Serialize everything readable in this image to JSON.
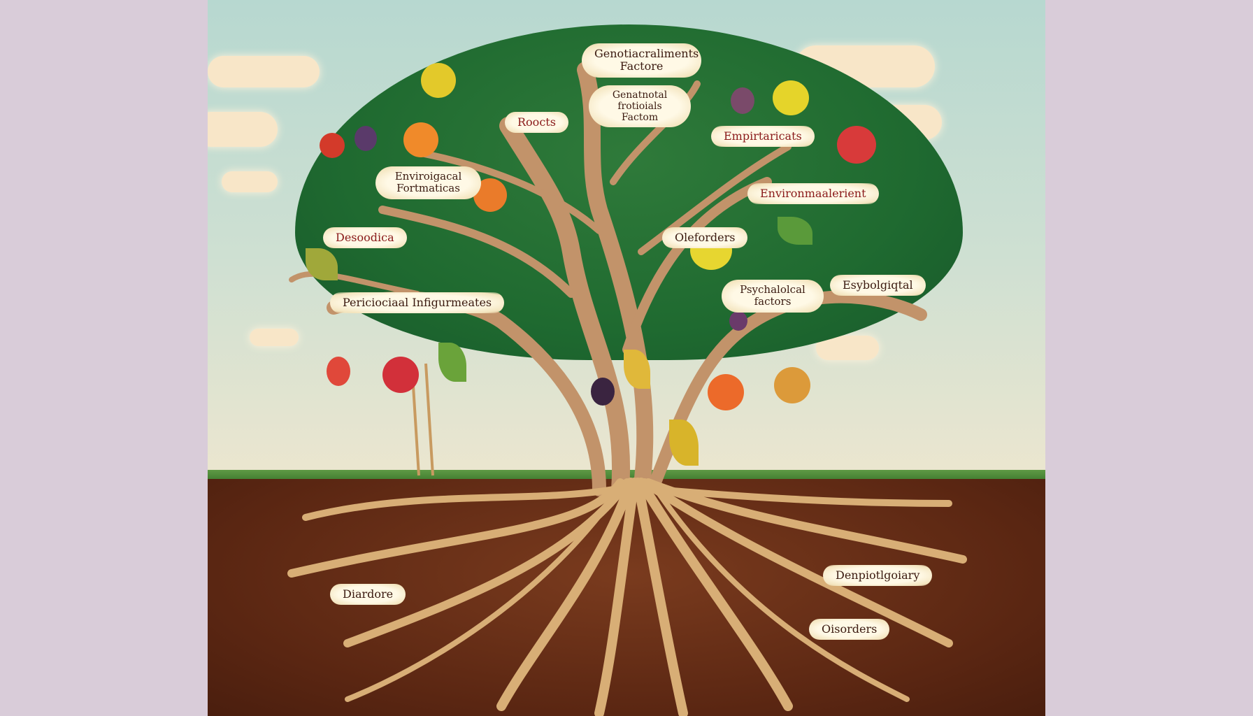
{
  "scene": {
    "description": "Illustrated tree with fruit-laden canopy and extensive roots, with pseudo-text labels",
    "colors": {
      "background": "#d9ccd9",
      "sky": "#c4ddd2",
      "canopy": "#1f6a30",
      "trunk": "#b5835a",
      "soil": "#5a2612",
      "label_bg": "#fff9e6",
      "label_text": "#3a1a10"
    }
  },
  "labels": {
    "top": "Genotiacraliments Factore",
    "geno": "Genatnotal frotioials Factom",
    "roots": "Roocts",
    "empir": "Empirtaricats",
    "envbio": "Enviroigacal Fortmaticas",
    "envright": "Environmaalerient",
    "desc": "Desoodica",
    "olf": "Oleforders",
    "perio": "Periciociaal Infigurmeates",
    "psych": "Psychalolcal factors",
    "esbio": "Esybolgiqtal",
    "dis": "Diardore",
    "denp": "Denpiotlgoiary",
    "oisord": "Oisorders"
  }
}
